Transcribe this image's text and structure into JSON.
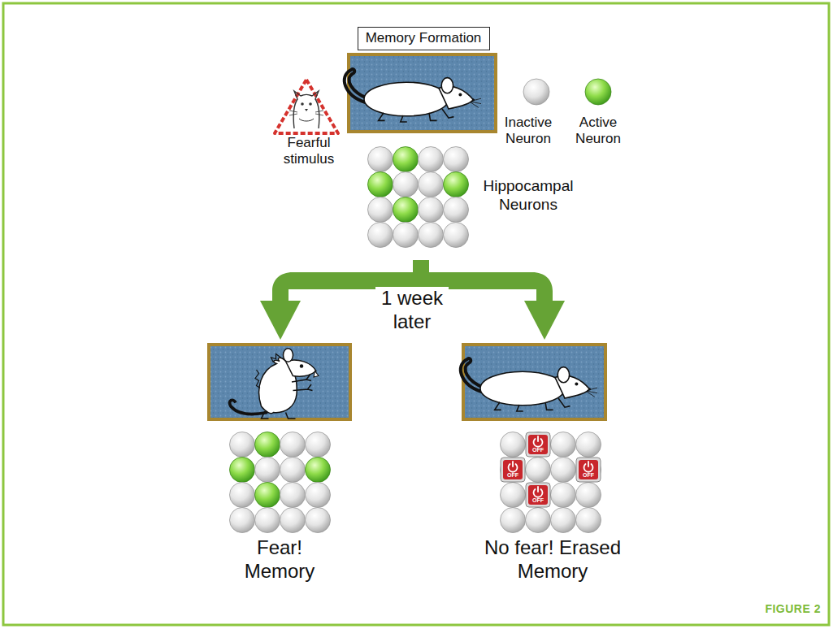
{
  "diagram": {
    "nodes": [
      {
        "text": [
          "Memory Formation"
        ]
      }
    ],
    "labels": [
      "Fearful stimulus",
      "Inactive Neuron",
      "Active Neuron",
      "Hippocampal Neurons",
      "1 week later",
      "OFF",
      "OFF",
      "OFF",
      "OFF",
      "Fear! Memory",
      "No fear! Erased Memory",
      "FIGURE 2"
    ]
  }
}
